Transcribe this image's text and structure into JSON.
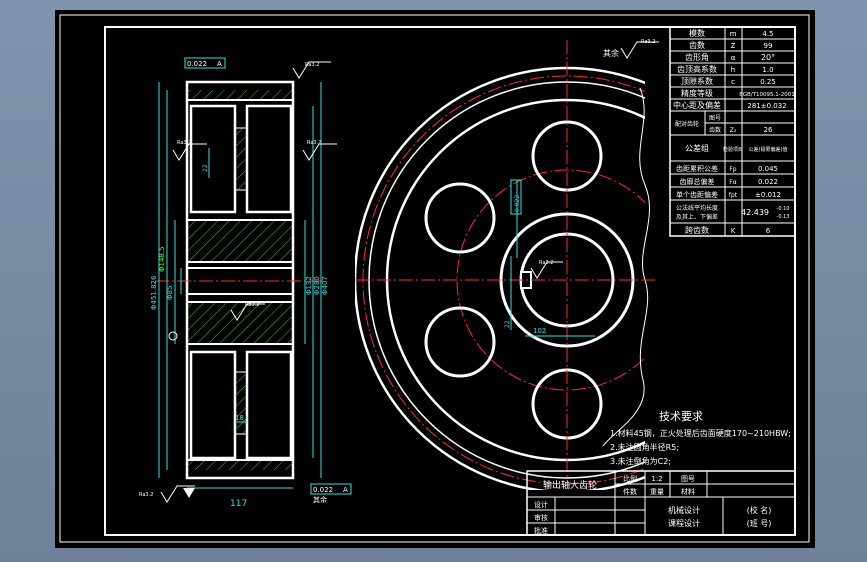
{
  "table": {
    "rows": [
      {
        "name": "模数",
        "sym": "m",
        "val": "4.5"
      },
      {
        "name": "齿数",
        "sym": "Z",
        "val": "99"
      },
      {
        "name": "齿形角",
        "sym": "α",
        "val": "20°"
      },
      {
        "name": "齿顶高系数",
        "sym": "h",
        "val": "1.0"
      },
      {
        "name": "顶隙系数",
        "sym": "c",
        "val": "0.25"
      },
      {
        "name": "精度等级",
        "sym": "",
        "val": "8GB/T10095.1-2001"
      },
      {
        "name": "中心距及偏差",
        "sym": "",
        "val": "281±0.032"
      }
    ],
    "pair_label": "配对齿轮",
    "pair_sub1": "图号",
    "pair_sub2": "齿数",
    "pair_sym": "Z₂",
    "pair_val": "26",
    "group_label": "公差组",
    "group_col1": "检验项目",
    "group_col2": "公差(极限偏差)值",
    "rows2": [
      {
        "name": "齿距累积公差",
        "sym": "Fp",
        "val": "0.045"
      },
      {
        "name": "齿廓总偏差",
        "sym": "Fα",
        "val": "0.022"
      },
      {
        "name": "单个齿距偏差",
        "sym": "fpt",
        "val": "±0.012"
      }
    ],
    "wk_label1": "公法线平均长度",
    "wk_label2": "及其上、下偏差",
    "wk_val": "42.439",
    "wk_dev_up": "-0.10",
    "wk_dev_lo": "-0.13",
    "span_name": "跨齿数",
    "span_sym": "K",
    "span_val": "6"
  },
  "tech": {
    "title": "技术要求",
    "line1": "1.材料45钢，正火处理后齿面硬度170~210HBW;",
    "line2": "2.未注圆角半径R5;",
    "line3": "3.未注倒角为C2;"
  },
  "title_block": {
    "part_name": "输出轴大齿轮",
    "scale_label": "比例",
    "scale_val": "1:2",
    "qty_label": "件数",
    "drawing_label": "图号",
    "weight_label": "重量",
    "material_label": "材料",
    "r_drawn": "设计",
    "r_check": "审核",
    "r_approve": "批准",
    "course1": "机械设计",
    "course2": "课程设计",
    "school": "(校 名)",
    "class": "(班 号)"
  },
  "dims": {
    "width": "117",
    "hub": "18",
    "keyway": "102",
    "d_tip": "Φ451.826",
    "d_web": "Φ148.5",
    "d_bore": "Φ85",
    "d_ring": "Φ132",
    "d_root": "Φ280",
    "d_hub": "Φ407",
    "key_w": "22",
    "tol1": "0.022",
    "tol2": "0.022",
    "datum": "A",
    "other": "其余",
    "ra": "Ra3.2"
  },
  "colors": {
    "line": "#ffffff",
    "dim": "#2fe0e0",
    "center": "#ff2a2a",
    "hatch": "#28d028",
    "frame": "#ffffff"
  }
}
